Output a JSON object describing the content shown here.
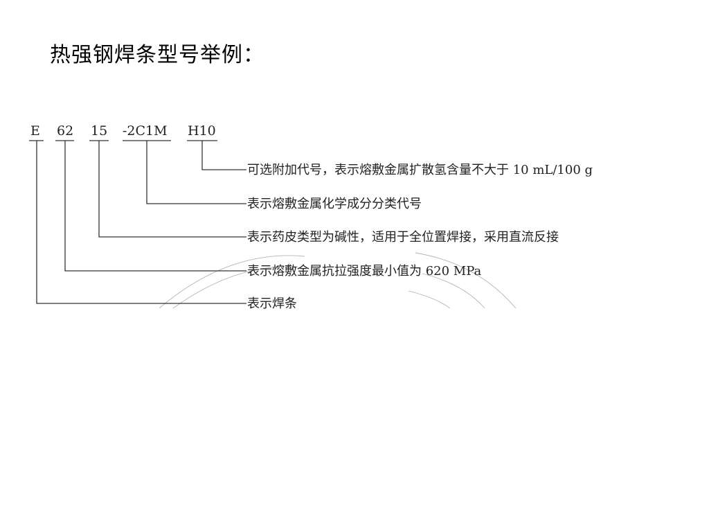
{
  "title": "热强钢焊条型号举例：",
  "codes": {
    "e": "E",
    "strength": "62",
    "coating": "15",
    "composition": "-2C1M",
    "hydrogen": "H10"
  },
  "descriptions": {
    "hydrogen": "可选附加代号，表示熔敷金属扩散氢含量不大于 10 mL/100 g",
    "composition": "表示熔敷金属化学成分分类代号",
    "coating": "表示药皮类型为碱性，适用于全位置焊接，采用直流反接",
    "strength": "表示熔敷金属抗拉强度最小值为 620 MPa",
    "e": "表示焊条"
  }
}
